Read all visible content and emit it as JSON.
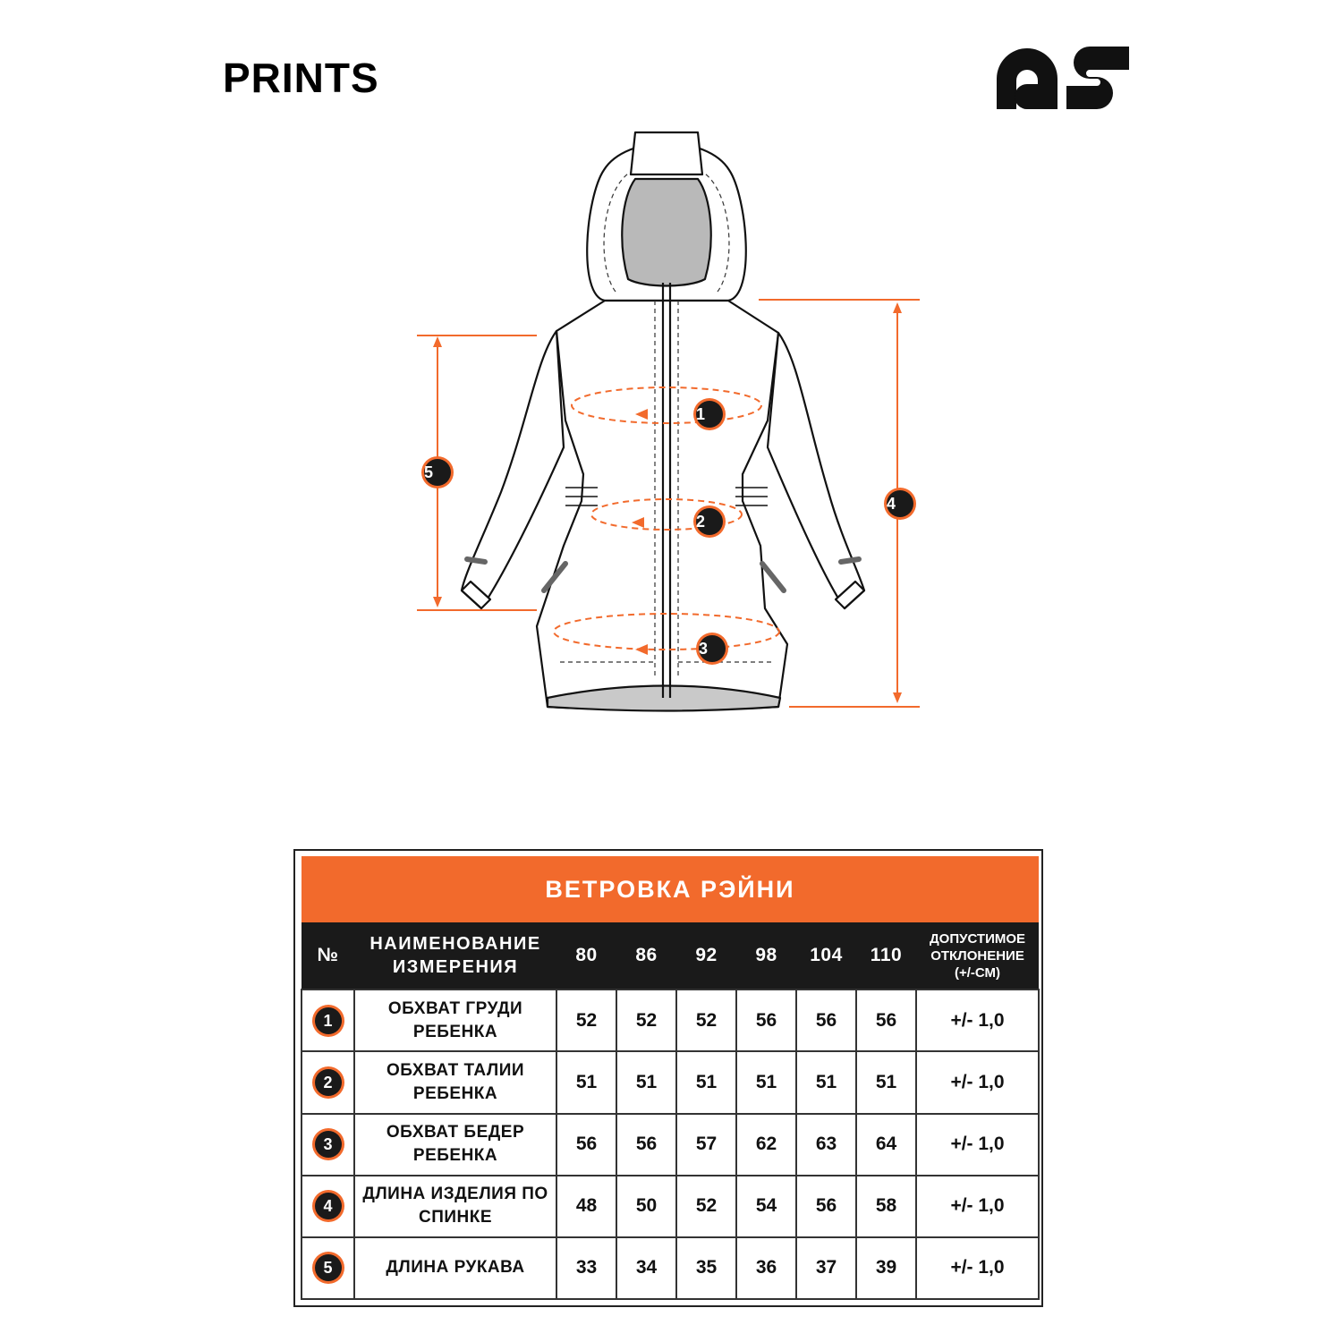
{
  "header": {
    "title": "PRINTS",
    "logo": "as"
  },
  "diagram": {
    "markers": [
      "1",
      "2",
      "3",
      "4",
      "5"
    ],
    "accent_color": "#f26a2c",
    "badge_color": "#1a1a1a"
  },
  "size_table": {
    "title": "ВЕТРОВКА РЭЙНИ",
    "columns": {
      "no": "№",
      "name": [
        "НАИМЕНОВАНИЕ",
        "ИЗМЕРЕНИЯ"
      ],
      "sizes": [
        "80",
        "86",
        "92",
        "98",
        "104",
        "110"
      ],
      "tolerance": [
        "ДОПУСТИМОЕ",
        "ОТКЛОНЕНИЕ",
        "(+/-СМ)"
      ]
    },
    "rows": [
      {
        "no": "1",
        "name": [
          "ОБХВАТ ГРУДИ",
          "РЕБЕНКА"
        ],
        "values": [
          "52",
          "52",
          "52",
          "56",
          "56",
          "56"
        ],
        "tolerance": "+/- 1,0"
      },
      {
        "no": "2",
        "name": [
          "ОБХВАТ ТАЛИИ",
          "РЕБЕНКА"
        ],
        "values": [
          "51",
          "51",
          "51",
          "51",
          "51",
          "51"
        ],
        "tolerance": "+/- 1,0"
      },
      {
        "no": "3",
        "name": [
          "ОБХВАТ БЕДЕР",
          "РЕБЕНКА"
        ],
        "values": [
          "56",
          "56",
          "57",
          "62",
          "63",
          "64"
        ],
        "tolerance": "+/- 1,0"
      },
      {
        "no": "4",
        "name": [
          "ДЛИНА ИЗДЕЛИЯ ПО",
          "СПИНКЕ"
        ],
        "values": [
          "48",
          "50",
          "52",
          "54",
          "56",
          "58"
        ],
        "tolerance": "+/- 1,0"
      },
      {
        "no": "5",
        "name": [
          "ДЛИНА РУКАВА"
        ],
        "values": [
          "33",
          "34",
          "35",
          "36",
          "37",
          "39"
        ],
        "tolerance": "+/- 1,0"
      }
    ]
  }
}
